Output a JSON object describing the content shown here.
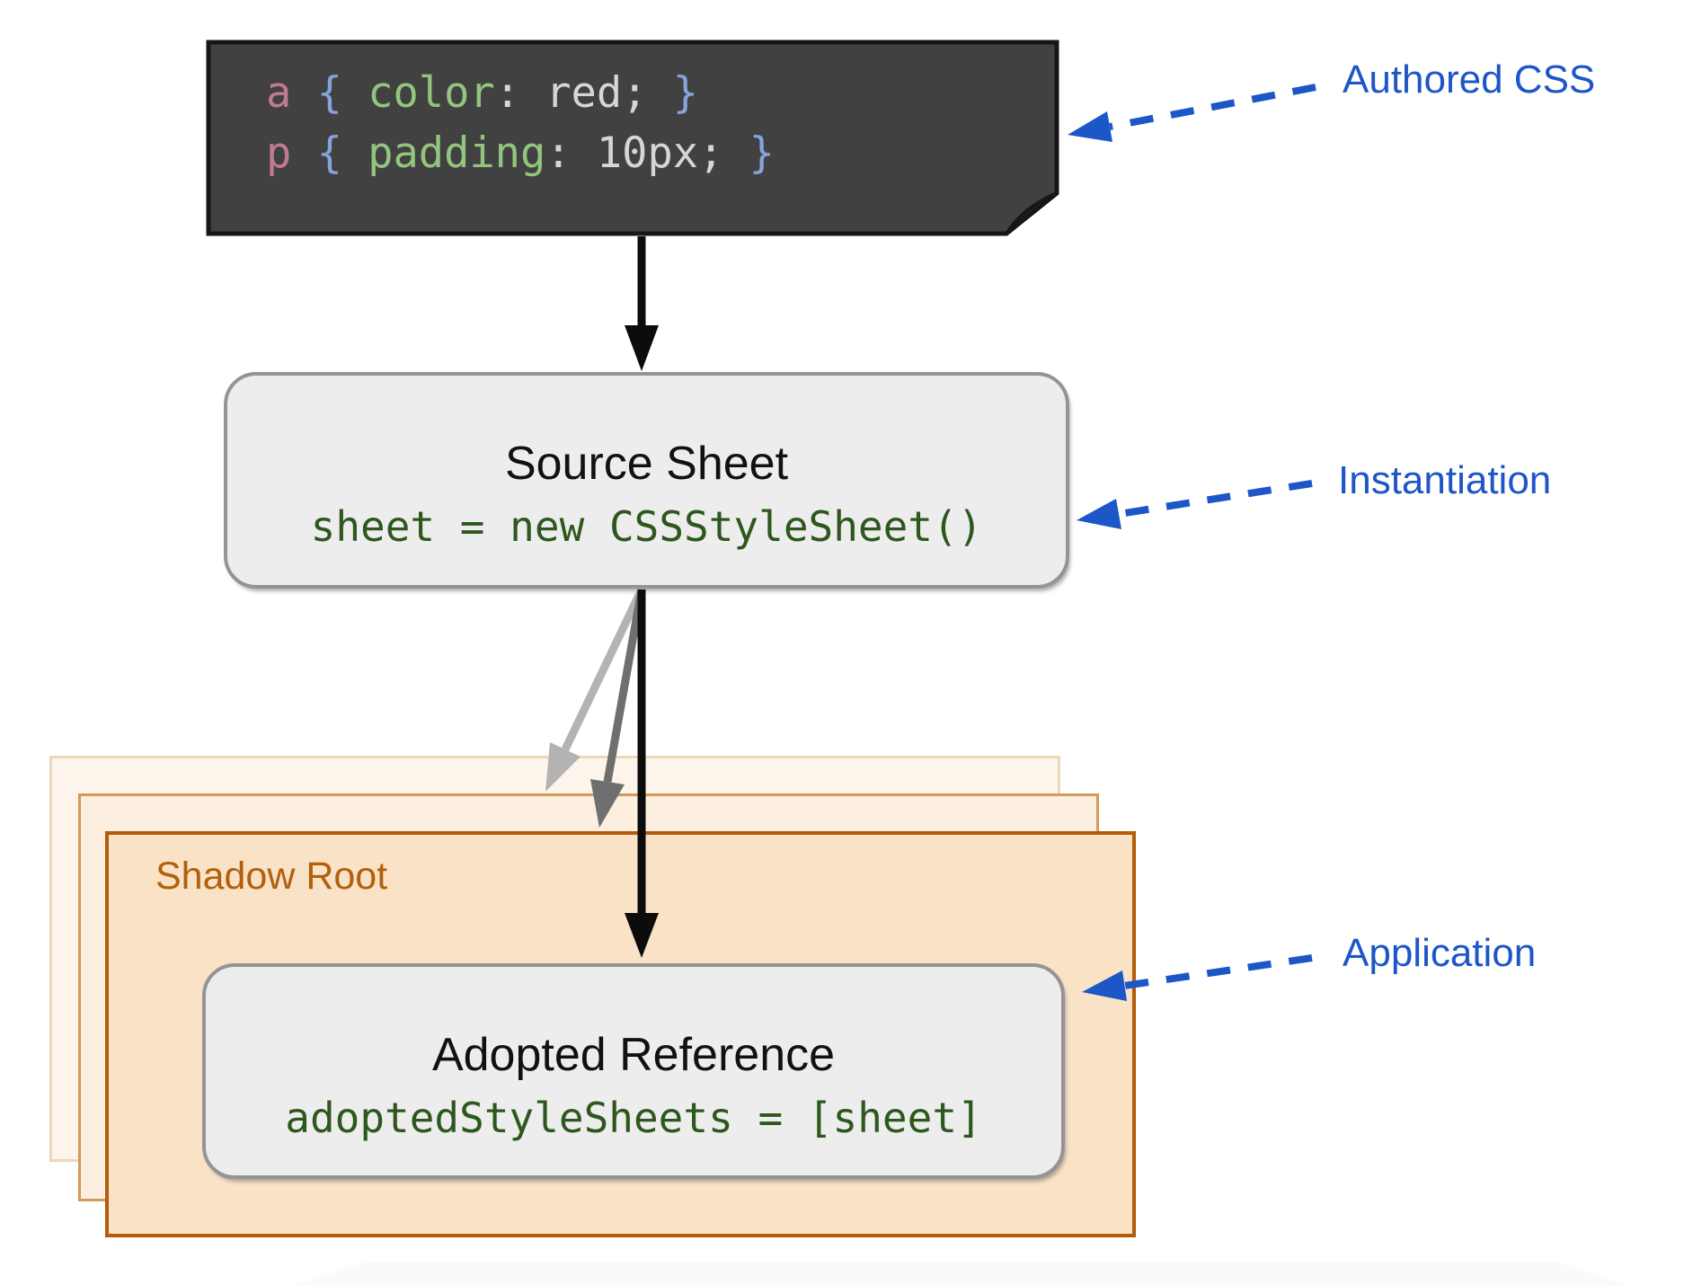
{
  "code_card": {
    "lines": [
      {
        "selector": "a ",
        "open_brace": "{ ",
        "property": "color",
        "value": ": red; ",
        "close_brace": "}"
      },
      {
        "selector": "p ",
        "open_brace": "{ ",
        "property": "padding",
        "value": ": 10px; ",
        "close_brace": "}"
      }
    ]
  },
  "source_sheet": {
    "title": "Source Sheet",
    "code": "sheet = new CSSStyleSheet()"
  },
  "shadow_root": {
    "label": "Shadow Root"
  },
  "adopted_reference": {
    "title": "Adopted Reference",
    "code": "adoptedStyleSheets = [sheet]"
  },
  "annotations": [
    {
      "label": "Authored CSS"
    },
    {
      "label": "Instantiation"
    },
    {
      "label": "Application"
    }
  ],
  "colors": {
    "annotation_blue": "#1d56c6",
    "shadow_root_orange": "#b45c0c",
    "shadow_root_fill": "#f9e2c5",
    "code_green": "#2d571d",
    "card_background": "#414141",
    "token_selector_pink": "#c07b90",
    "token_brace_blue": "#86a4db",
    "token_property_green": "#93c57e",
    "token_value_gray": "#d6d6d6",
    "sheet_box_fill": "#ededed",
    "sheet_box_border": "#949494",
    "arrow_black": "#0c0c0c",
    "arrow_gray_light": "#b3b3b3",
    "arrow_gray_dark": "#6f6f6f"
  }
}
